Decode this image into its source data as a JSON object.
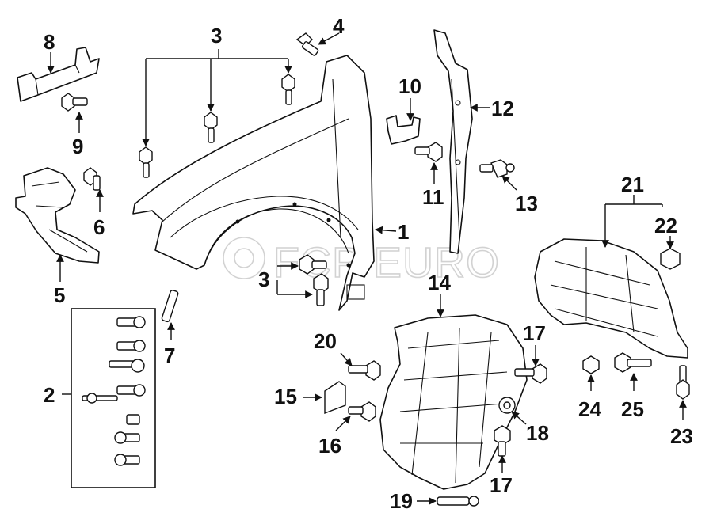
{
  "watermark": "FCP EURO",
  "callouts": {
    "c1": "1",
    "c2": "2",
    "c3a": "3",
    "c3b": "3",
    "c4": "4",
    "c5": "5",
    "c6": "6",
    "c7": "7",
    "c8": "8",
    "c9": "9",
    "c10": "10",
    "c11": "11",
    "c12": "12",
    "c13": "13",
    "c14": "14",
    "c15": "15",
    "c16": "16",
    "c17a": "17",
    "c17b": "17",
    "c18": "18",
    "c19": "19",
    "c20": "20",
    "c21": "21",
    "c22": "22",
    "c23": "23",
    "c24": "24",
    "c25": "25"
  },
  "parts": {
    "fender": "fender-panel",
    "support": "fender-support-bracket",
    "hardware_kit": "hardware-kit-box",
    "front_liner": "front-fender-liner",
    "rear_liner": "rear-fender-liner",
    "seal": "fender-seal-strip"
  }
}
